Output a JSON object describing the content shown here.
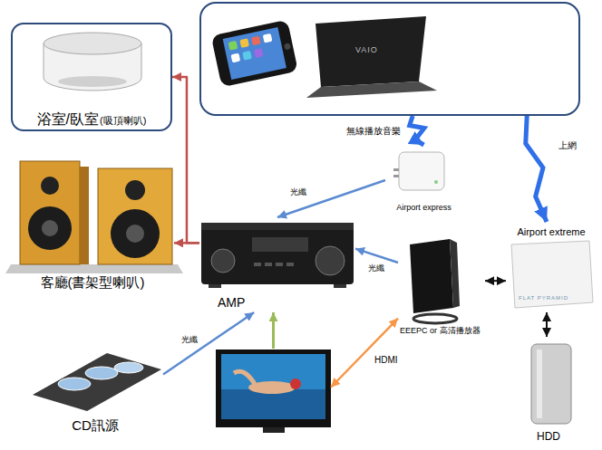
{
  "diagram": {
    "nodes": [
      {
        "text": []
      },
      {
        "text": [
          "浴室/臥室",
          "(吸頂喇叭)"
        ]
      },
      {
        "text": [
          "Airport express"
        ]
      },
      {
        "text": [
          "客廳(書架型喇叭)"
        ]
      },
      {
        "text": [
          "AMP"
        ]
      },
      {
        "text": [
          "EEEPC or 高清播放器"
        ]
      },
      {
        "text": [
          "Airport extreme"
        ]
      },
      {
        "text": [
          "HDD"
        ]
      },
      {
        "text": [
          "CD訊源"
        ]
      },
      {
        "text": []
      }
    ],
    "edges": [
      {
        "from": 0,
        "to": 2,
        "arrow": "to",
        "label": "無線播放音樂"
      },
      {
        "from": 0,
        "to": 6,
        "arrow": "to",
        "label": "上網"
      },
      {
        "from": 2,
        "to": 4,
        "arrow": "to",
        "label": "光纖"
      },
      {
        "from": 4,
        "to": 3,
        "arrow": "to"
      },
      {
        "from": 4,
        "to": 1,
        "arrow": "to"
      },
      {
        "from": 5,
        "to": 4,
        "arrow": "to",
        "label": "光纖"
      },
      {
        "from": 5,
        "to": 6,
        "arrow": "both"
      },
      {
        "from": 6,
        "to": 7,
        "arrow": "both"
      },
      {
        "from": 8,
        "to": 4,
        "arrow": "to",
        "label": "光纖"
      },
      {
        "from": 9,
        "to": 4,
        "arrow": "to"
      },
      {
        "from": 5,
        "to": 9,
        "arrow": "both",
        "label": "HDMI"
      }
    ],
    "labels": [
      "VAIO",
      "FLAT PYRAMID"
    ]
  }
}
